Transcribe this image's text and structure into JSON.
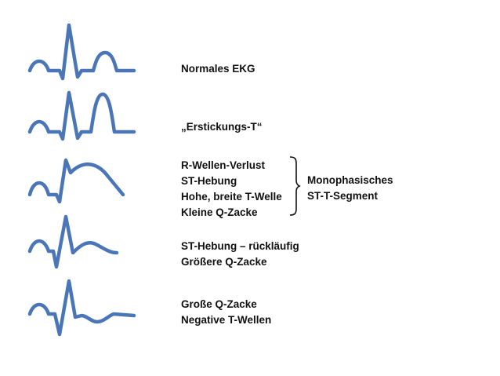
{
  "colors": {
    "waveform": "#4a76b8",
    "text": "#111111",
    "brace": "#111111"
  },
  "stages": [
    {
      "lines": [
        "Normales EKG"
      ]
    },
    {
      "lines": [
        "„Erstickungs-T“"
      ]
    },
    {
      "lines": [
        "R-Wellen-Verlust",
        "ST-Hebung",
        "Hohe, breite T-Welle",
        "Kleine Q-Zacke"
      ]
    },
    {
      "lines": [
        "ST-Hebung – rückläufig",
        "Größere Q-Zacke"
      ]
    },
    {
      "lines": [
        "Große Q-Zacke",
        "Negative T-Wellen"
      ]
    }
  ],
  "group_note": {
    "lines": [
      "Monophasisches",
      "ST-T-Segment"
    ]
  }
}
